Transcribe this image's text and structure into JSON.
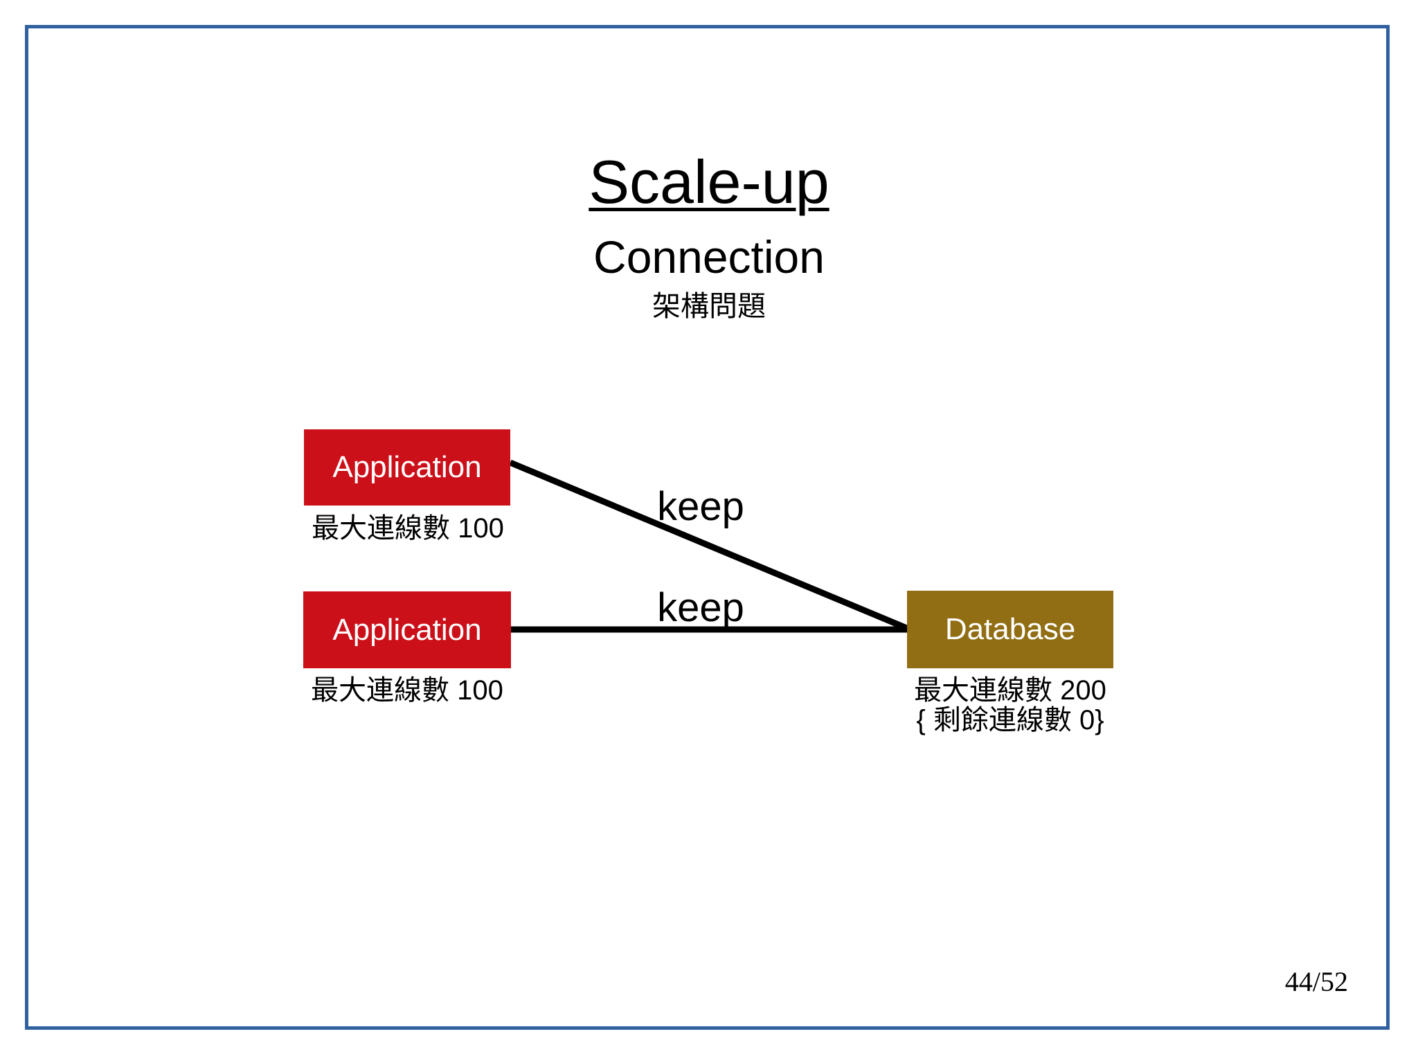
{
  "slide": {
    "title": "Scale-up",
    "subtitle": "Connection",
    "subtitle_cjk": "架構問題",
    "page_number": "44/52"
  },
  "diagram": {
    "nodes": [
      {
        "id": "application-1",
        "label": "Application",
        "caption": "最大連線數 100",
        "color": "#cc1019"
      },
      {
        "id": "application-2",
        "label": "Application",
        "caption": "最大連線數 100",
        "color": "#cc1019"
      },
      {
        "id": "database",
        "label": "Database",
        "caption_line1": "最大連線數 200",
        "caption_line2": "{ 剩餘連線數 0}",
        "color": "#916e13"
      }
    ],
    "edges": [
      {
        "from": "application-1",
        "to": "database",
        "label": "keep"
      },
      {
        "from": "application-2",
        "to": "database",
        "label": "keep"
      }
    ]
  },
  "colors": {
    "application_box": "#cc1019",
    "database_box": "#916e13",
    "slide_border": "#30609f",
    "connection_line": "#000000",
    "background": "#ffffff"
  }
}
